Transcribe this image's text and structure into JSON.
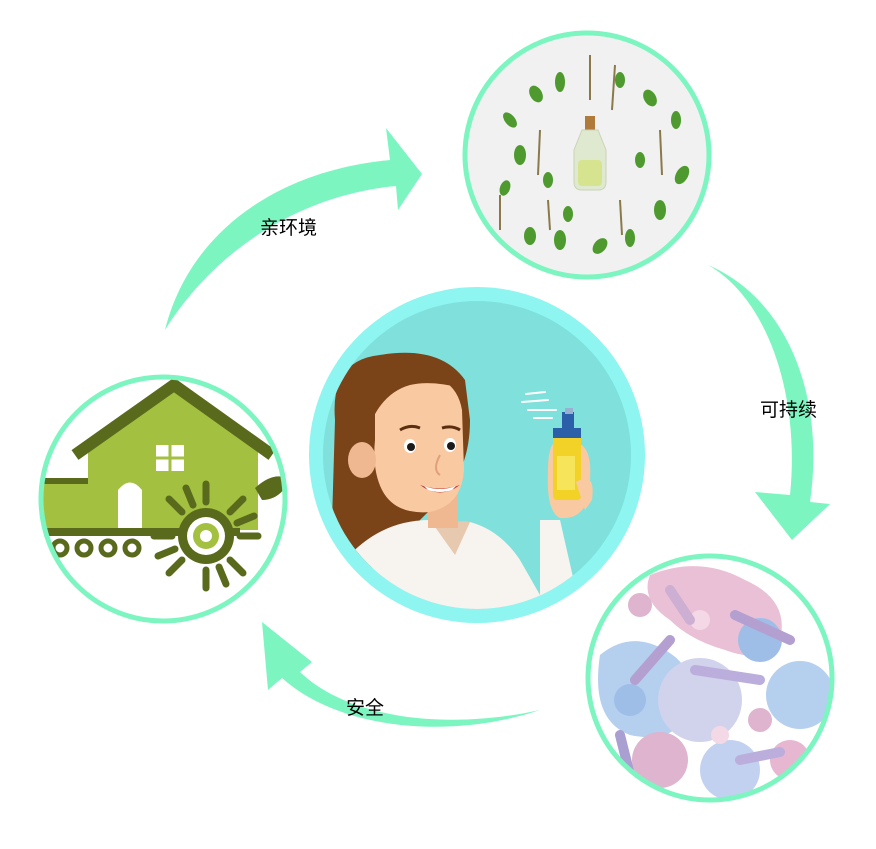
{
  "labels": {
    "eco": "亲环境",
    "sustainable": "可持续",
    "safe": "安全"
  },
  "colors": {
    "arrow": "#7df5c0",
    "ring": "#7df5c0",
    "center_ring": "#8ef5f0",
    "center_bg": "#7fe0dc",
    "house_green": "#a3c040",
    "house_dark": "#5a6a1c",
    "skin": "#f9c9a2",
    "hair": "#7a4318"
  }
}
